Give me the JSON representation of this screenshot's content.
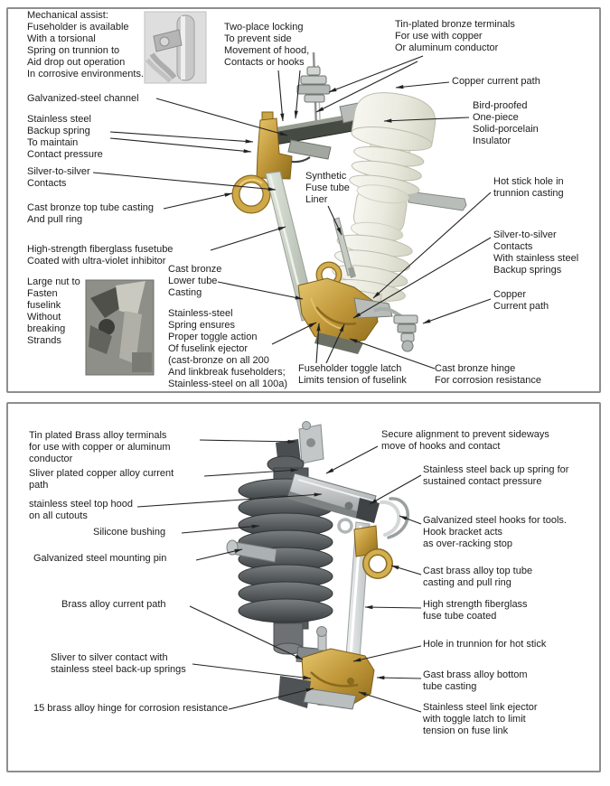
{
  "panel1": {
    "labels": {
      "mechanical_assist": "Mechanical assist:\nFuseholder is available\nWith a torsional\nSpring on trunnion to\nAid drop out operation\nIn corrosive environments.",
      "two_place_locking": "Two-place locking\nTo prevent side\nMovement of hood,\nContacts or hooks",
      "tin_plated_terminals": "Tin-plated bronze terminals\nFor use with copper\nOr aluminum conductor",
      "copper_current_path": "Copper current path",
      "galvanized_channel": "Galvanized-steel channel",
      "bird_proofed": "Bird-proofed\nOne-piece\nSolid-porcelain\nInsulator",
      "stainless_backup_spring": "Stainless steel\nBackup spring\nTo maintain\nContact pressure",
      "silver_contacts": "Silver-to-silver\nContacts",
      "synthetic_liner": "Synthetic\nFuse tube\nLiner",
      "hot_stick_hole": "Hot stick hole in\ntrunnion casting",
      "cast_bronze_top": "Cast bronze top tube casting\nAnd pull ring",
      "silver_contacts_backup": "Silver-to-silver\nContacts\nWith stainless steel\nBackup springs",
      "fiberglass_fusetube": "High-strength fiberglass fusetube\nCoated with ultra-violet inhibitor",
      "cast_bronze_lower": "Cast bronze\nLower tube\nCasting",
      "large_nut": "Large nut to\nFasten\nfuselink\nWithout\nbreaking\nStrands",
      "copper_current_path2": "Copper\nCurrent path",
      "stainless_spring_toggle": "Stainless-steel\nSpring ensures\nProper toggle action\nOf fuselink ejector\n(cast-bronze on all 200\nAnd linkbreak fuseholders;\nStainless-steel on all 100a)",
      "fuseholder_toggle_latch": "Fuseholder toggle latch\nLimits tension of fuselink",
      "cast_bronze_hinge": "Cast bronze hinge\nFor corrosion resistance"
    }
  },
  "panel2": {
    "labels": {
      "tin_plated_brass": "Tin plated Brass alloy terminals\nfor use with copper or aluminum\nconductor",
      "secure_alignment": "Secure alignment to prevent sideways\nmove of hooks and contact",
      "sliver_plated_copper": "Sliver plated copper alloy current\npath",
      "stainless_backup_spring": "Stainless steel back up spring for\nsustained contact pressure",
      "stainless_top_hood": "stainless steel top hood\non all cutouts",
      "galvanized_hooks": "Galvanized steel hooks for tools.\nHook bracket acts\nas over-racking stop",
      "silicone_bushing": "Silicone bushing",
      "cast_brass_top_tube": "Cast brass alloy top tube\ncasting and pull ring",
      "galvanized_mounting_pin": "Galvanized steel mounting pin",
      "high_strength_fiberglass": "High strength fiberglass\nfuse tube coated",
      "brass_current_path": "Brass alloy current path",
      "hole_in_trunnion": "Hole in trunnion for hot stick",
      "sliver_silver_contact": "Sliver to silver contact with\nstainless steel back-up springs",
      "gast_brass_bottom": "Gast brass alloy bottom\ntube casting",
      "brass_hinge_15": "15 brass alloy hinge for corrosion resistance",
      "stainless_link_ejector": "Stainless steel link ejector\nwith toggle latch to limit\ntension on fuse link"
    }
  },
  "colors": {
    "brass": "#c9a23f",
    "porcelain": "#ebebe1",
    "steel": "#b9bdb9",
    "polymer_gray": "#4c5052",
    "arrow": "#222222",
    "panel_border": "#8e8e8e"
  }
}
